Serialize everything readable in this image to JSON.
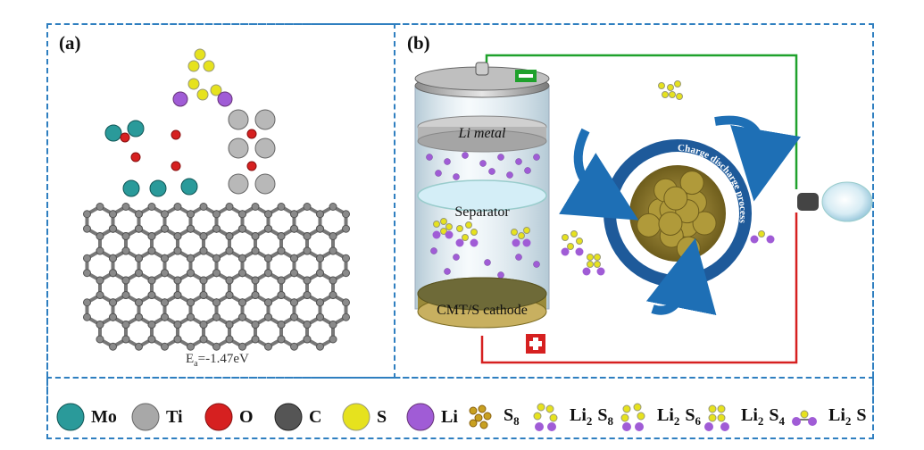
{
  "panels": {
    "a": {
      "label": "(a)",
      "energy_symbol": "E",
      "energy_sub": "a",
      "energy_value": "=-1.47eV"
    },
    "b": {
      "label": "(b)",
      "li_metal": "Li metal",
      "separator": "Separator",
      "cathode": "CMT/S cathode",
      "ring_text": "Charge discharge process"
    }
  },
  "legend": [
    {
      "symbol": "Mo",
      "color": "#2a9a9a"
    },
    {
      "symbol": "Ti",
      "color": "#a8a8a8"
    },
    {
      "symbol": "O",
      "color": "#d62020"
    },
    {
      "symbol": "C",
      "color": "#555555"
    },
    {
      "symbol": "S",
      "color": "#e6e21e"
    },
    {
      "symbol": "Li",
      "color": "#a05cd6"
    }
  ],
  "species": [
    {
      "base": "S",
      "sub": "8"
    },
    {
      "pre": "Li",
      "pre_sub": "2",
      "base": "S",
      "sub": "8"
    },
    {
      "pre": "Li",
      "pre_sub": "2",
      "base": "S",
      "sub": "6"
    },
    {
      "pre": "Li",
      "pre_sub": "2",
      "base": "S",
      "sub": "4"
    },
    {
      "pre": "Li",
      "pre_sub": "2",
      "base": "S",
      "sub": ""
    }
  ],
  "colors": {
    "frame": "#2f7fc0",
    "wire_pos": "#d62020",
    "wire_neg": "#1fa12c",
    "arrow": "#1e6fb5"
  }
}
